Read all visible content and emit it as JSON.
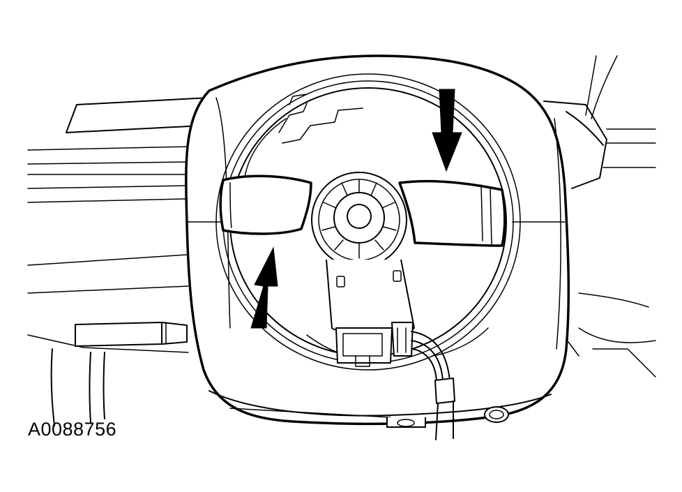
{
  "figure": {
    "label": "A0088756"
  },
  "colors": {
    "line": "#000000",
    "background": "#ffffff"
  },
  "callouts": [
    {
      "name": "arrow-down-right-tab",
      "direction": "down"
    },
    {
      "name": "arrow-up-left-tab",
      "direction": "up"
    }
  ]
}
